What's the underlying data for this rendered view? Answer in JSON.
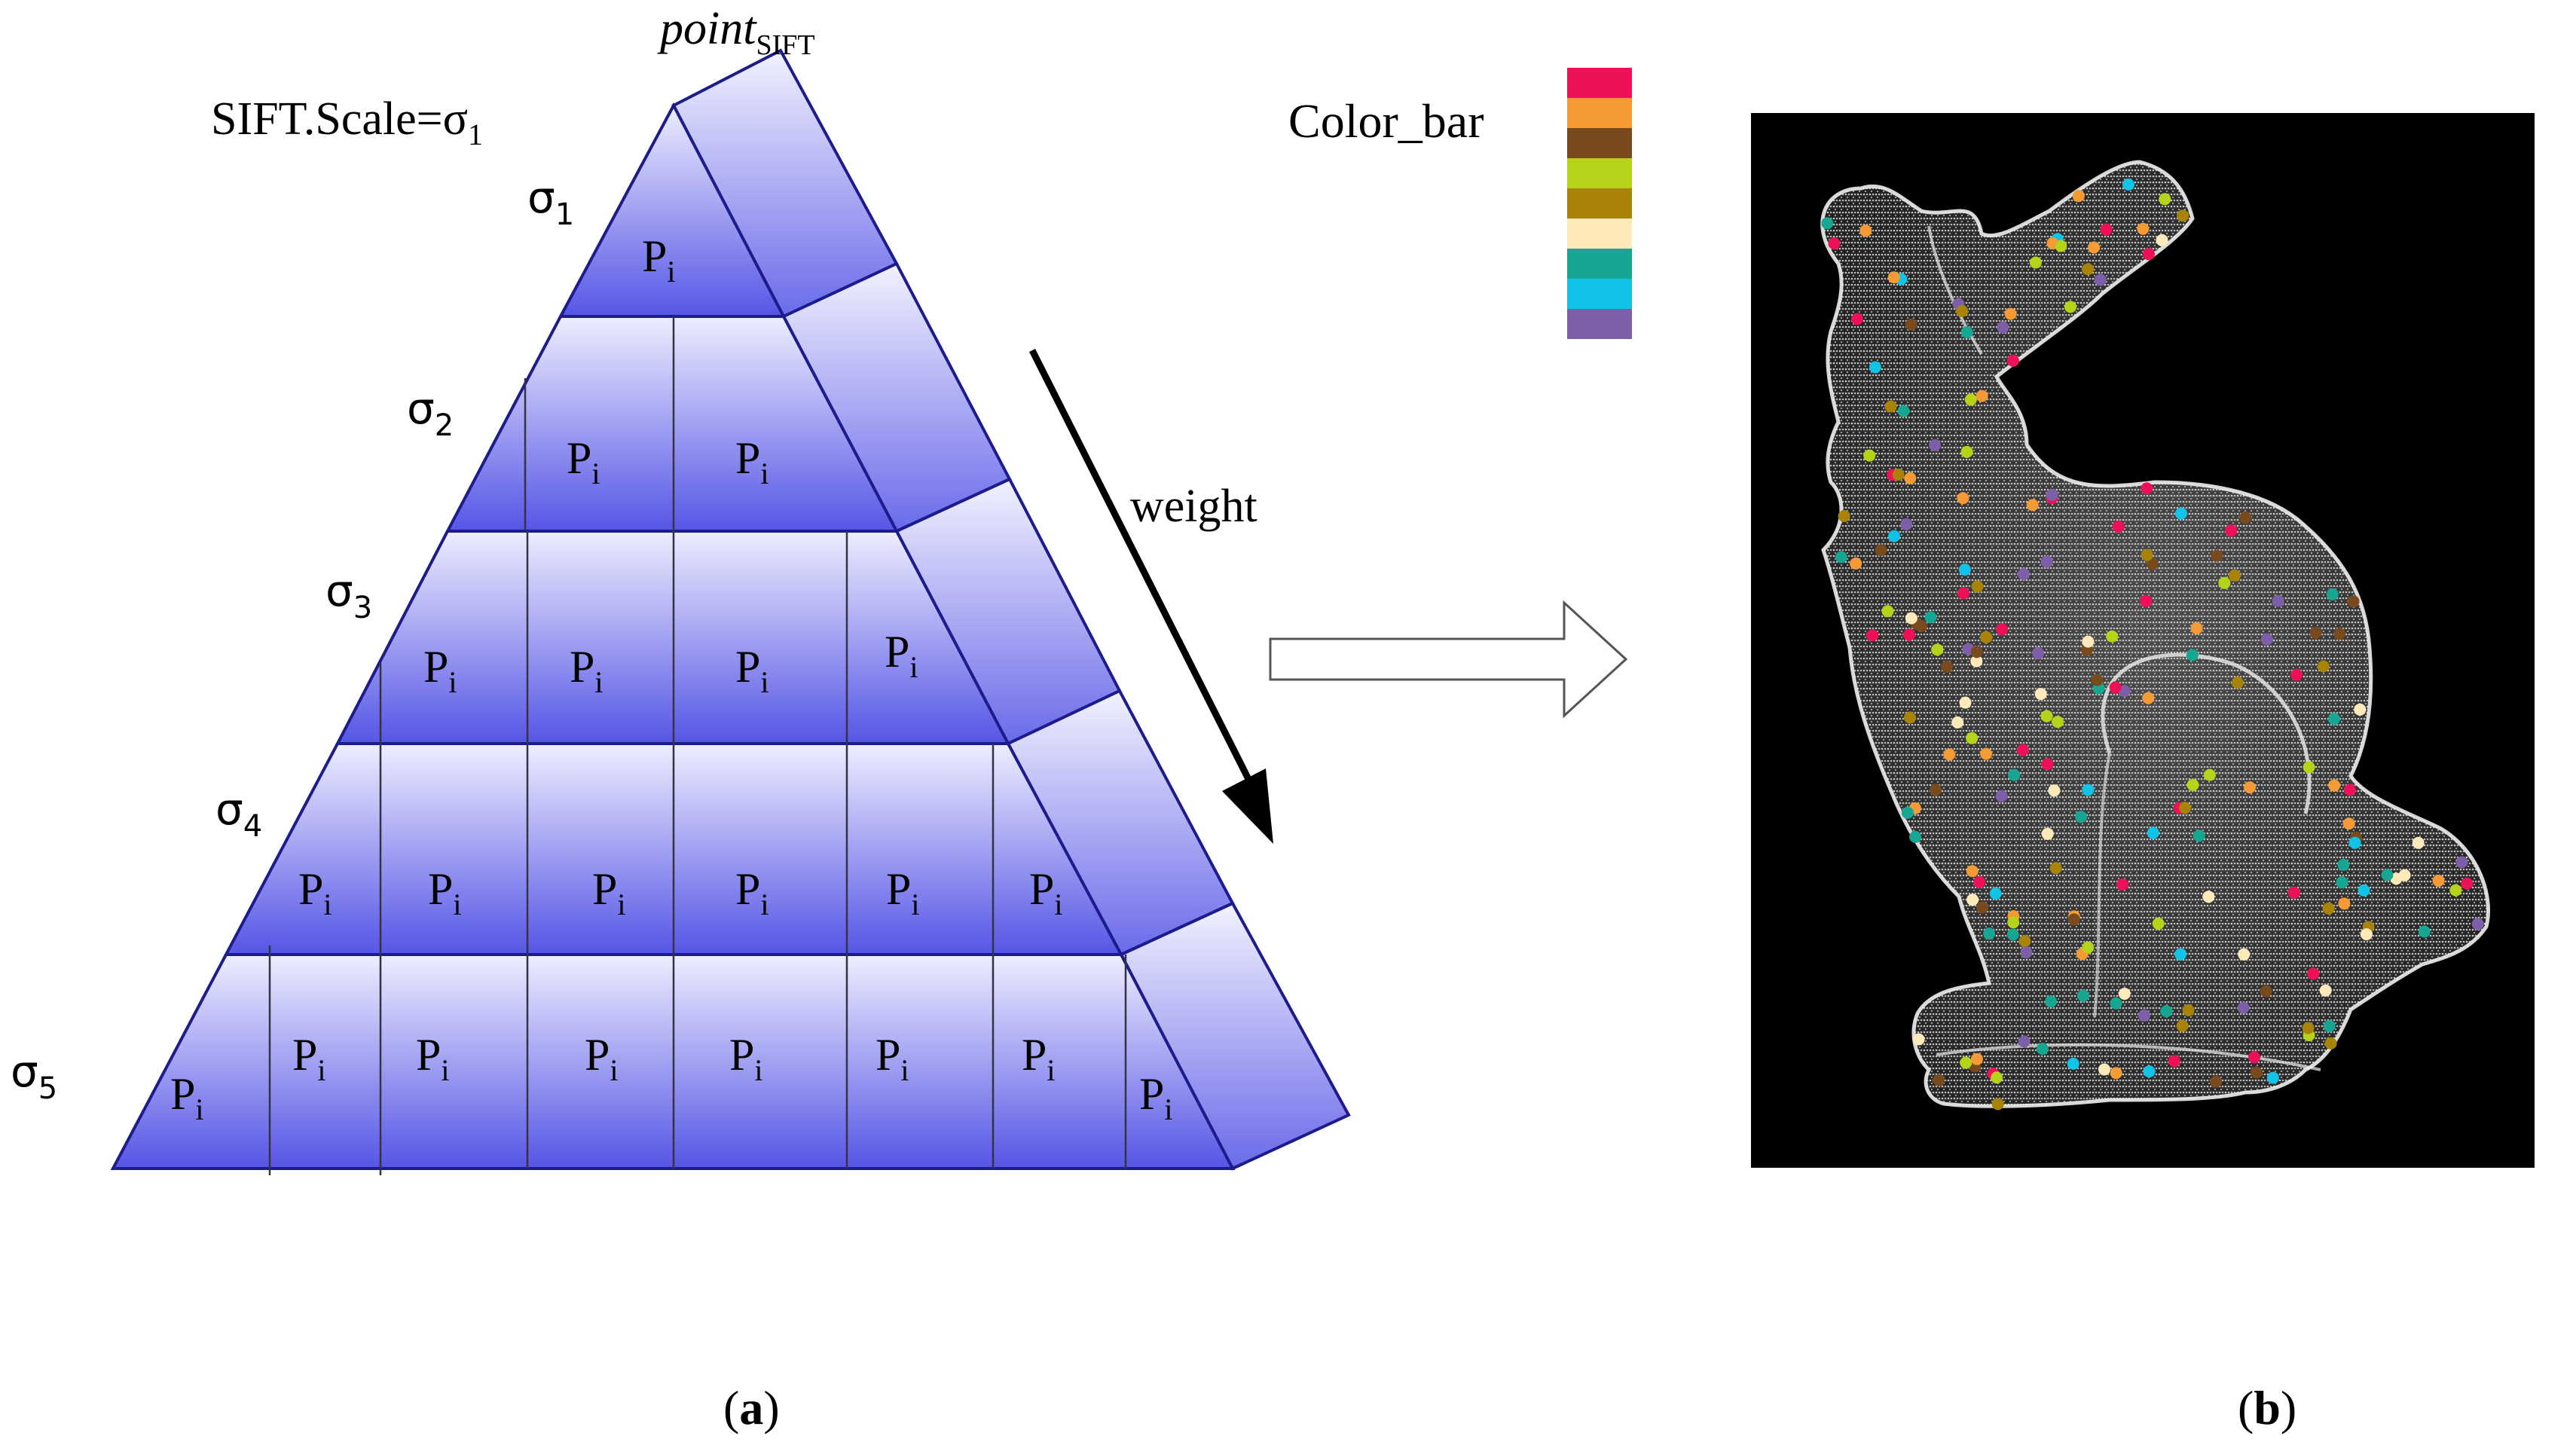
{
  "pyramid": {
    "top_label": "point",
    "top_label_sub": "SIFT",
    "scale_label": "SIFT.Scale=σ",
    "scale_label_sub": "1",
    "arrow_label": "weight",
    "cell_text": "P",
    "cell_sub": "i",
    "levels": [
      {
        "symbol": "σ",
        "sub": "1",
        "cells": 1
      },
      {
        "symbol": "σ",
        "sub": "2",
        "cells": 2
      },
      {
        "symbol": "σ",
        "sub": "3",
        "cells": 4
      },
      {
        "symbol": "σ",
        "sub": "4",
        "cells": 6
      },
      {
        "symbol": "σ",
        "sub": "5",
        "cells": 8
      }
    ],
    "fill_top": "#eeeeff",
    "fill_bottom": "#5555e6",
    "stroke": "#1c1c8c"
  },
  "colorbar": {
    "label": "Color_bar",
    "colors": [
      "#ee1157",
      "#f59a34",
      "#7a4a1f",
      "#b6d31a",
      "#a88308",
      "#fde9b9",
      "#16a692",
      "#11c3e6",
      "#7d5fa9"
    ]
  },
  "bunny": {
    "background": "#000000",
    "point_color": "#dddddd"
  },
  "captions": {
    "a": {
      "open": "(",
      "letter": "a",
      "close": ")"
    },
    "b": {
      "open": "(",
      "letter": "b",
      "close": ")"
    }
  }
}
